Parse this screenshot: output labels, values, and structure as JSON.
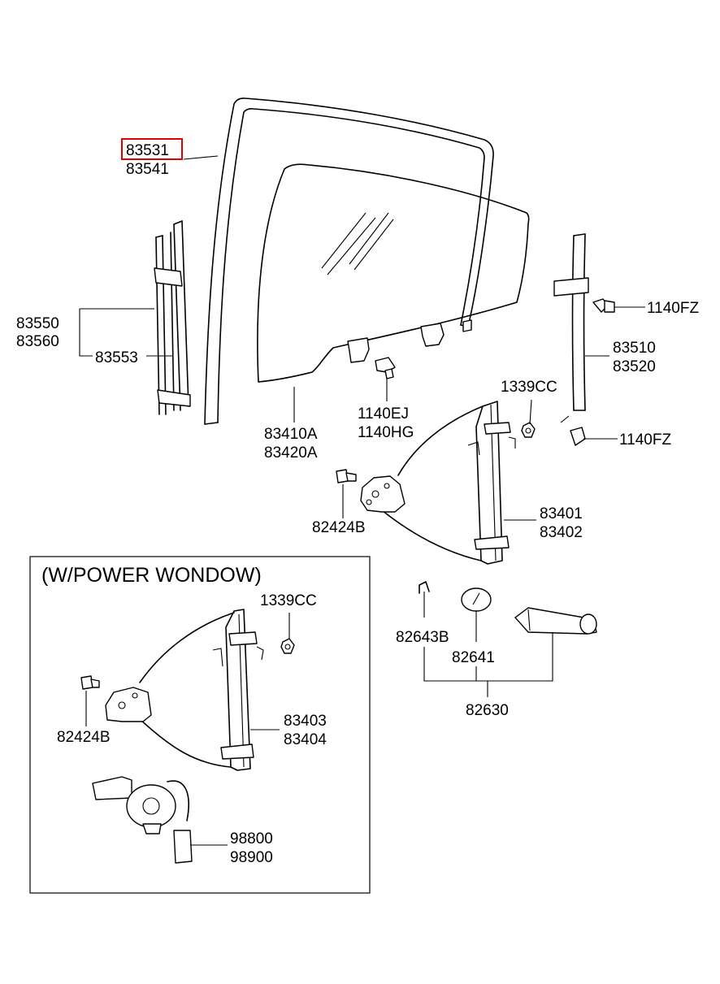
{
  "highlight_color": "#e00000",
  "inset": {
    "title": "(W/POWER WONDOW)"
  },
  "labels": {
    "p83531": "83531",
    "p83541": "83541",
    "p83550": "83550",
    "p83560": "83560",
    "p83553": "83553",
    "p83410a": "83410A",
    "p83420a": "83420A",
    "p1140ej": "1140EJ",
    "p1140hg": "1140HG",
    "p1140fz_top": "1140FZ",
    "p83510": "83510",
    "p83520": "83520",
    "p1140fz_bot": "1140FZ",
    "p1339cc_top": "1339CC",
    "p83401": "83401",
    "p83402": "83402",
    "p82424b_top": "82424B",
    "p1339cc_in": "1339CC",
    "p82424b_in": "82424B",
    "p83403": "83403",
    "p83404": "83404",
    "p98800": "98800",
    "p98900": "98900",
    "p82643b": "82643B",
    "p82641": "82641",
    "p82630": "82630"
  }
}
